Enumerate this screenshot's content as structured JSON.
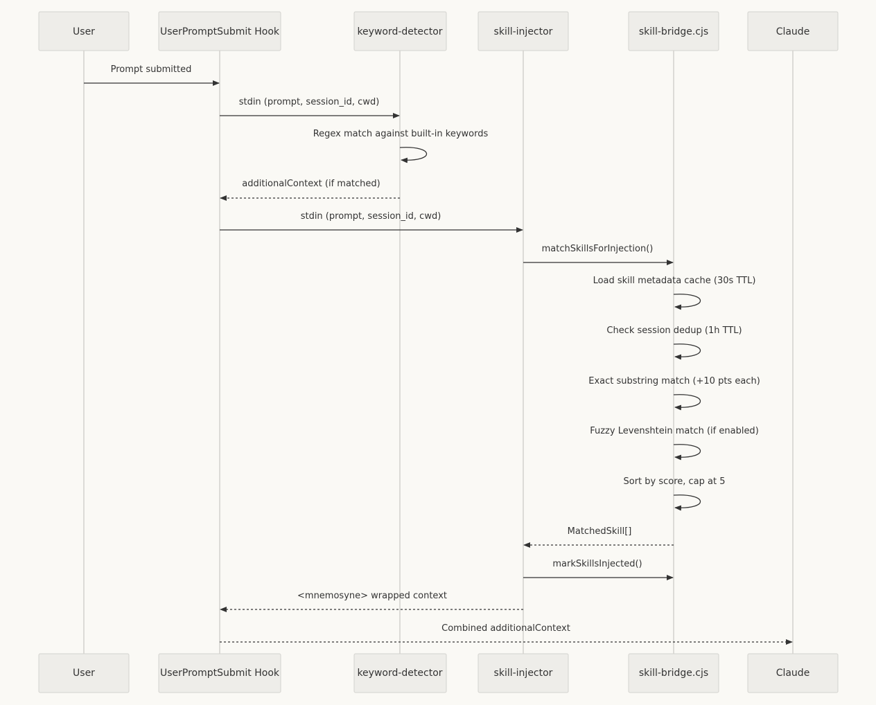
{
  "participants": [
    {
      "id": "user",
      "label": "User"
    },
    {
      "id": "hook",
      "label": "UserPromptSubmit Hook"
    },
    {
      "id": "kd",
      "label": "keyword-detector"
    },
    {
      "id": "si",
      "label": "skill-injector"
    },
    {
      "id": "sb",
      "label": "skill-bridge.cjs"
    },
    {
      "id": "claude",
      "label": "Claude"
    }
  ],
  "messages": [
    {
      "from": "user",
      "to": "hook",
      "label": "Prompt submitted",
      "style": "solid"
    },
    {
      "from": "hook",
      "to": "kd",
      "label": "stdin (prompt, session_id, cwd)",
      "style": "solid"
    },
    {
      "from": "kd",
      "to": "kd",
      "label": "Regex match against built-in keywords",
      "style": "solid"
    },
    {
      "from": "kd",
      "to": "hook",
      "label": "additionalContext (if matched)",
      "style": "dashed"
    },
    {
      "from": "hook",
      "to": "si",
      "label": "stdin (prompt, session_id, cwd)",
      "style": "solid"
    },
    {
      "from": "si",
      "to": "sb",
      "label": "matchSkillsForInjection()",
      "style": "solid"
    },
    {
      "from": "sb",
      "to": "sb",
      "label": "Load skill metadata cache (30s TTL)",
      "style": "solid"
    },
    {
      "from": "sb",
      "to": "sb",
      "label": "Check session dedup (1h TTL)",
      "style": "solid"
    },
    {
      "from": "sb",
      "to": "sb",
      "label": "Exact substring match (+10 pts each)",
      "style": "solid"
    },
    {
      "from": "sb",
      "to": "sb",
      "label": "Fuzzy Levenshtein match (if enabled)",
      "style": "solid"
    },
    {
      "from": "sb",
      "to": "sb",
      "label": "Sort by score, cap at 5",
      "style": "solid"
    },
    {
      "from": "sb",
      "to": "si",
      "label": "MatchedSkill[]",
      "style": "dashed"
    },
    {
      "from": "si",
      "to": "sb",
      "label": "markSkillsInjected()",
      "style": "solid"
    },
    {
      "from": "si",
      "to": "hook",
      "label": "<mnemosyne> wrapped context",
      "style": "dashed"
    },
    {
      "from": "hook",
      "to": "claude",
      "label": "Combined additionalContext",
      "style": "dashed"
    }
  ]
}
